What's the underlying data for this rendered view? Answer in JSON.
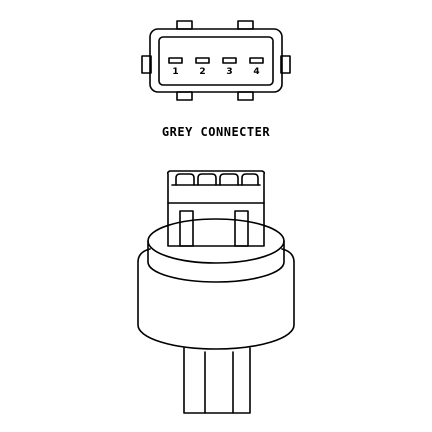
{
  "connector": {
    "caption": "GREY CONNECTER",
    "pins": [
      "1",
      "2",
      "3",
      "4"
    ]
  },
  "colors": {
    "line": "#000000",
    "background": "#ffffff"
  }
}
